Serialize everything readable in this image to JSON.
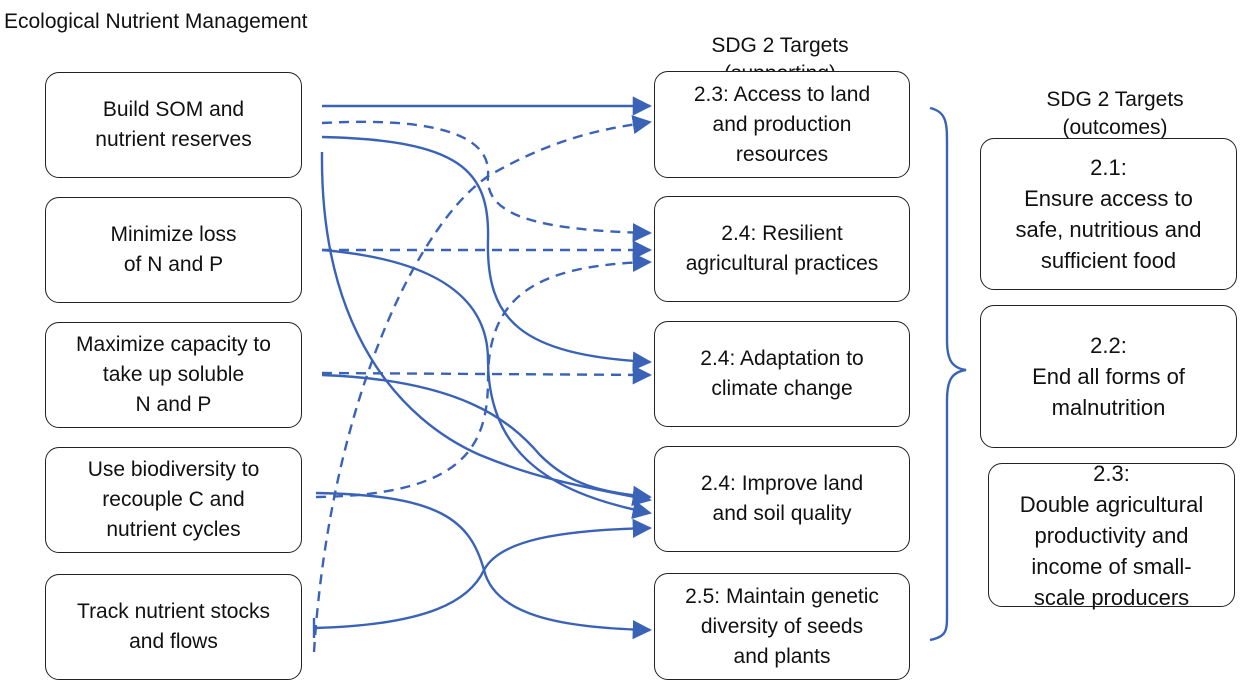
{
  "headings": {
    "left": "Ecological Nutrient Management",
    "middle": "SDG 2 Targets\n(supporting)",
    "right": "SDG 2 Targets\n(outcomes)"
  },
  "practices": [
    {
      "id": "p1",
      "label": "Build SOM and\nnutrient reserves"
    },
    {
      "id": "p2",
      "label": "Minimize loss\nof N and P"
    },
    {
      "id": "p3",
      "label": "Maximize capacity to\ntake up soluble\nN and P"
    },
    {
      "id": "p4",
      "label": "Use biodiversity to\nrecouple C and\nnutrient cycles"
    },
    {
      "id": "p5",
      "label": "Track nutrient stocks\nand flows"
    }
  ],
  "supporting_targets": [
    {
      "id": "s1",
      "label": "2.3: Access to land\nand production\nresources"
    },
    {
      "id": "s2",
      "label": "2.4: Resilient\nagricultural practices"
    },
    {
      "id": "s3",
      "label": "2.4: Adaptation to\nclimate change"
    },
    {
      "id": "s4",
      "label": "2.4: Improve land\nand soil quality"
    },
    {
      "id": "s5",
      "label": "2.5: Maintain genetic\ndiversity of seeds\nand plants"
    }
  ],
  "outcome_targets": [
    {
      "id": "o1",
      "label": "2.1:\nEnsure access to\nsafe, nutritious and\nsufficient food"
    },
    {
      "id": "o2",
      "label": "2.2:\nEnd all forms of\nmalnutrition"
    },
    {
      "id": "o3",
      "label": "2.3:\nDouble agricultural\nproductivity and\nincome of small-\nscale producers"
    }
  ],
  "colors": {
    "connector": "#3a63b8",
    "box_border": "#222222"
  }
}
